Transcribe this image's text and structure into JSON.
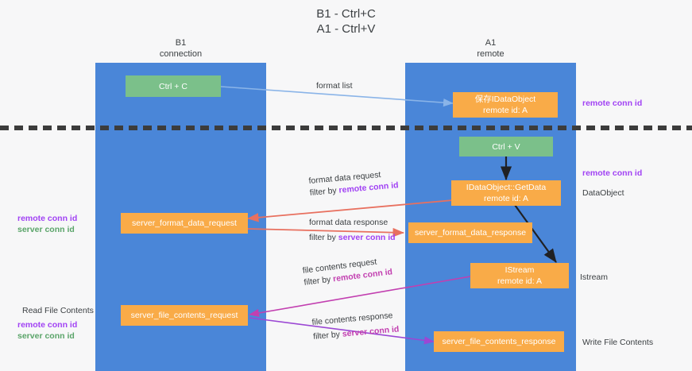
{
  "title": {
    "line1": "B1 - Ctrl+C",
    "line2": "A1 - Ctrl+V"
  },
  "lanes": [
    {
      "id": "b1",
      "name": "B1",
      "role": "connection"
    },
    {
      "id": "a1",
      "name": "A1",
      "role": "remote"
    }
  ],
  "nodes": {
    "ctrl_c": {
      "label": "Ctrl + C",
      "color": "#7bc08a"
    },
    "idataobject": {
      "line1": "保存IDataObject",
      "line2": "remote id: A",
      "color": "#f9ab48"
    },
    "ctrl_v": {
      "label": "Ctrl + V",
      "color": "#7bc08a"
    },
    "getdata": {
      "line1": "IDataObject::GetData",
      "line2": "remote id: A",
      "color": "#f9ab48"
    },
    "fmt_req": {
      "label": "server_format_data_request",
      "color": "#f9ab48"
    },
    "fmt_resp": {
      "label": "server_format_data_response",
      "color": "#f9ab48"
    },
    "istream": {
      "line1": "IStream",
      "line2": "remote id: A",
      "color": "#f9ab48"
    },
    "file_req": {
      "label": "server_file_contents_request",
      "color": "#f9ab48"
    },
    "file_resp": {
      "label": "server_file_contents_response",
      "color": "#f9ab48"
    }
  },
  "edges": {
    "format_list": {
      "text": "format list"
    },
    "fmt_data_req": {
      "text": "format data request",
      "filter_prefix": "filter by ",
      "filter_key": "remote conn id"
    },
    "fmt_data_resp": {
      "text": "format data response",
      "filter_prefix": "filter by ",
      "filter_key": "server conn id"
    },
    "file_contents_req": {
      "text": "file contents request",
      "filter_prefix": "filter by ",
      "filter_key": "remote conn id"
    },
    "file_contents_resp": {
      "text": "file contents response",
      "filter_prefix": "filter by ",
      "filter_key": "server conn id"
    }
  },
  "annotations": {
    "right_top_remote": "remote conn id",
    "right_mid_remote": "remote conn id",
    "right_dataobject": "DataObject",
    "right_istream": "Istream",
    "right_write_file": "Write File Contents",
    "left_remote_conn": "remote conn id",
    "left_server_conn": "server conn id",
    "left_read_file": "Read File Contents",
    "left_remote_conn2": "remote conn id",
    "left_server_conn2": "server conn id"
  },
  "colors": {
    "lane": "#4a86d8",
    "orange": "#f9ab48",
    "green": "#7bc08a",
    "purple": "#a142f4",
    "green_text": "#5aa469",
    "arrow_blue": "#8ab4e8",
    "arrow_red": "#e8705f",
    "arrow_magenta": "#c23fb0",
    "arrow_purple": "#9b47d4",
    "arrow_black": "#202124",
    "divider": "#3c3c3c"
  }
}
